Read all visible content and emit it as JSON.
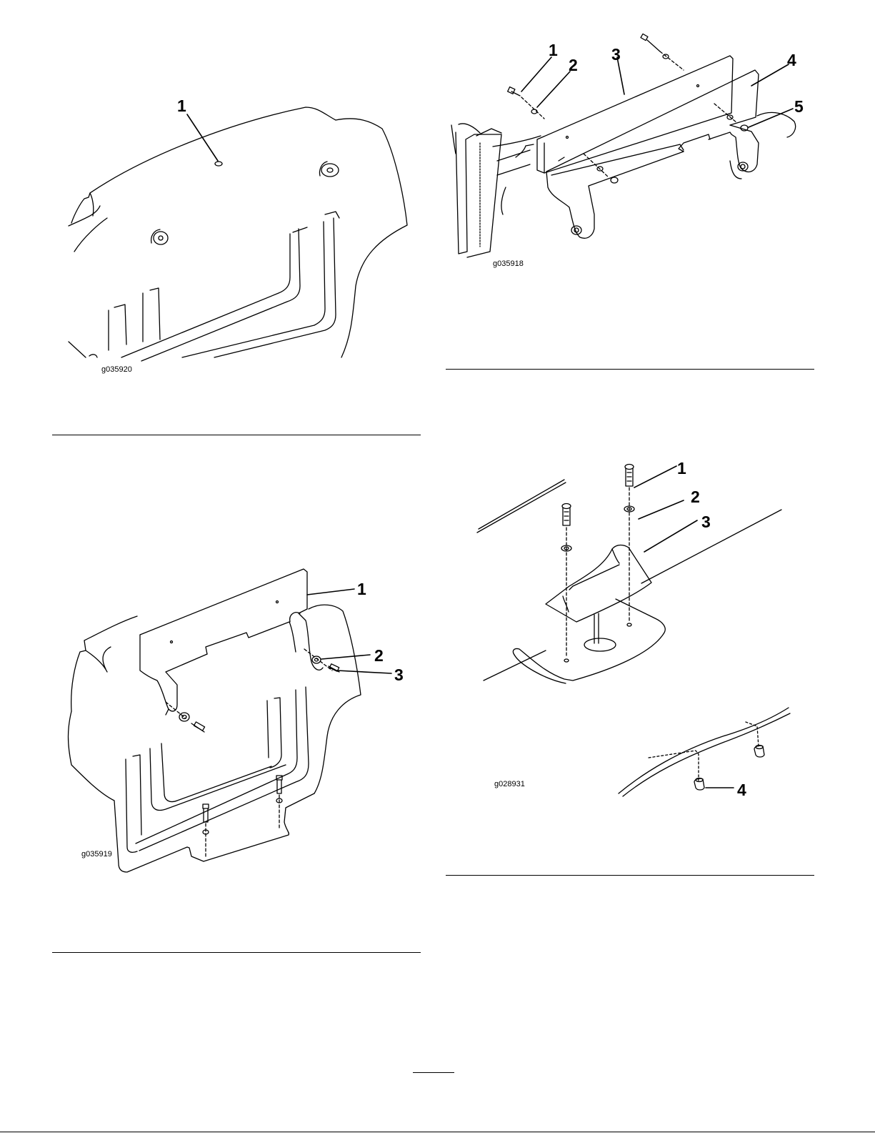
{
  "figures": [
    {
      "id": "g035920",
      "callouts": [
        "1"
      ]
    },
    {
      "id": "g035918",
      "callouts": [
        "1",
        "2",
        "3",
        "4",
        "5"
      ]
    },
    {
      "id": "g035919",
      "callouts": [
        "1",
        "2",
        "3"
      ]
    },
    {
      "id": "g028931",
      "callouts": [
        "1",
        "2",
        "3",
        "4"
      ]
    }
  ]
}
